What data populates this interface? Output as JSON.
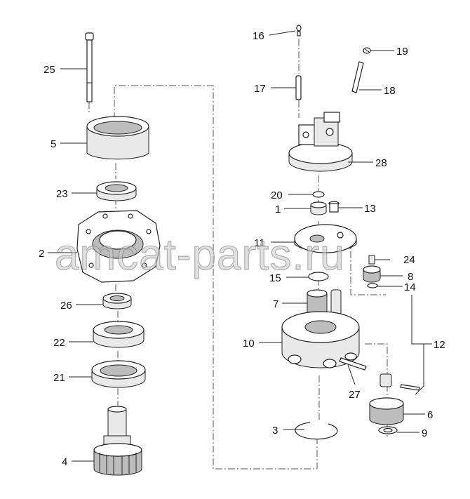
{
  "watermark": "amcat-parts.ru",
  "labels": {
    "l1": "1",
    "l2": "2",
    "l3": "3",
    "l4": "4",
    "l5": "5",
    "l6": "6",
    "l7": "7",
    "l8": "8",
    "l9": "9",
    "l10": "10",
    "l11": "11",
    "l12": "12",
    "l13": "13",
    "l14": "14",
    "l15": "15",
    "l16": "16",
    "l17": "17",
    "l18": "18",
    "l19": "19",
    "l20": "20",
    "l21": "21",
    "l22": "22",
    "l23": "23",
    "l24": "24",
    "l25": "25",
    "l26": "26",
    "l27": "27",
    "l28": "28"
  }
}
